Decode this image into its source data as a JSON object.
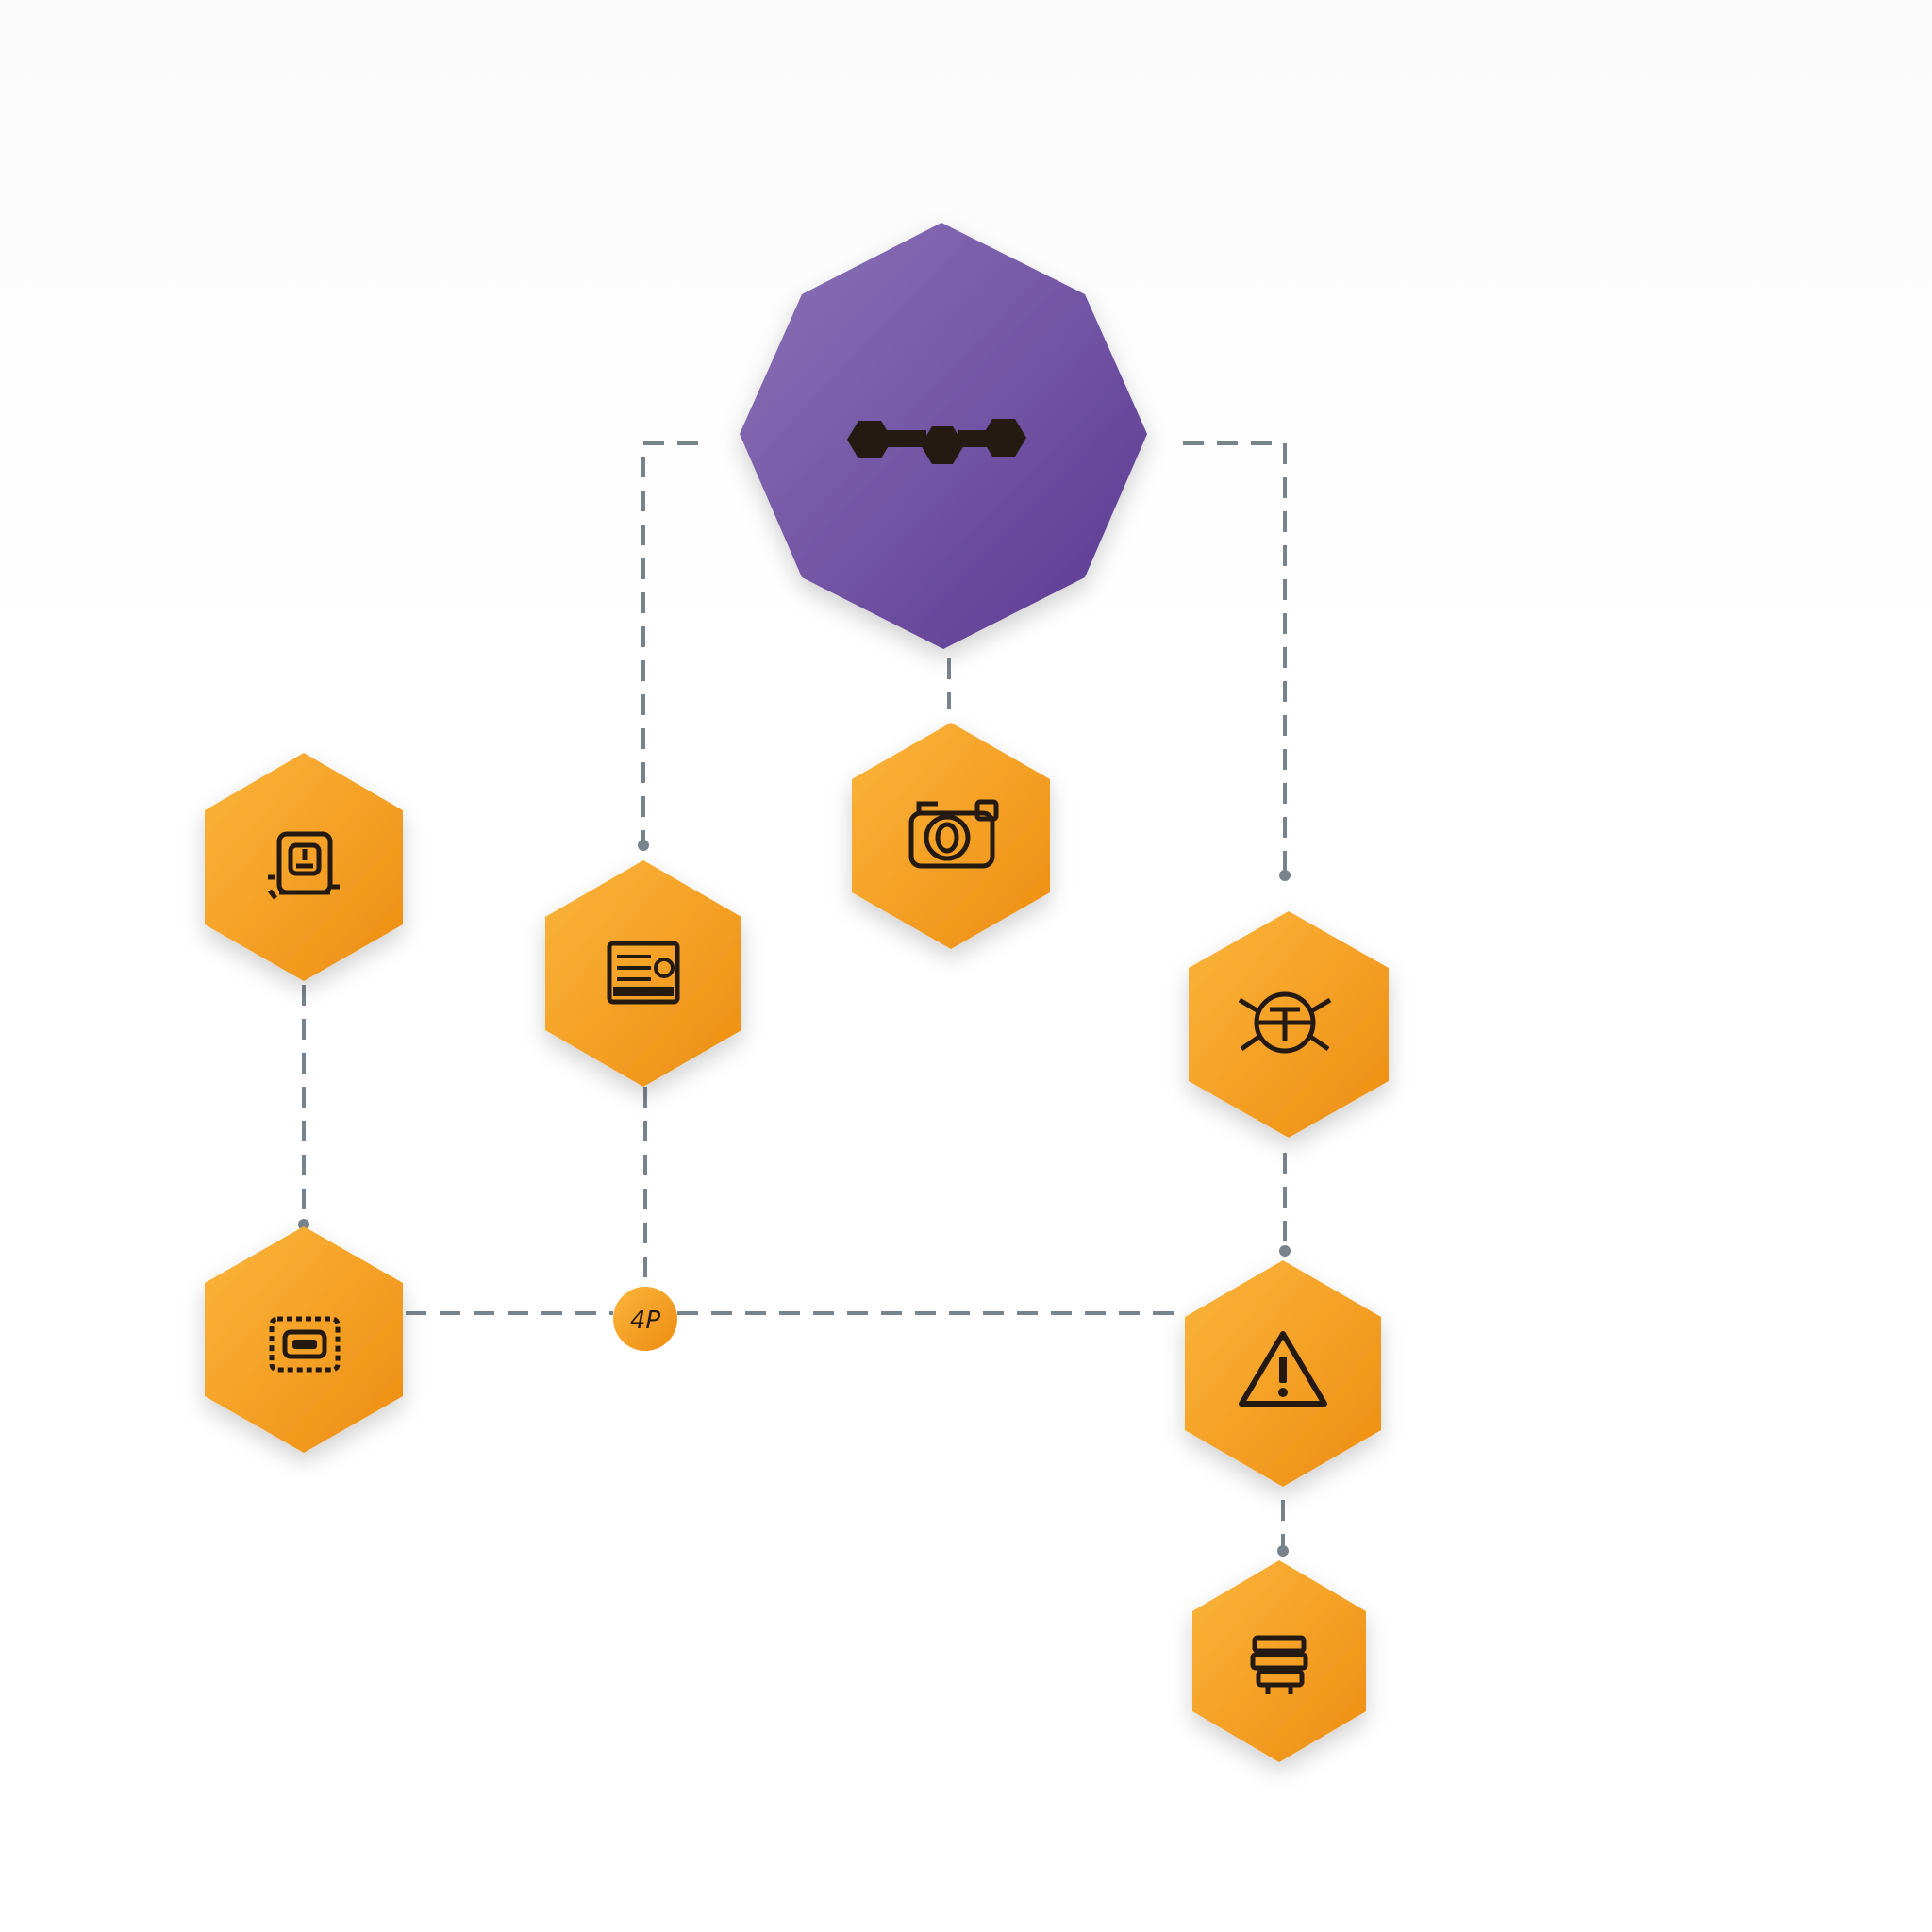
{
  "diagram": {
    "colors": {
      "hub_fill_start": "#8c73b8",
      "hub_fill_end": "#5a3891",
      "node_fill_start": "#fbb53b",
      "node_fill_end": "#ee8d12",
      "icon_ink": "#241a12",
      "connector": "#78848c",
      "background": "#ffffff"
    },
    "hub": {
      "shape": "heptagon",
      "icon": "chain-of-hexagons-icon"
    },
    "nodes": [
      {
        "id": "node-upper-left",
        "icon": "id-badge-icon"
      },
      {
        "id": "node-inner-left",
        "icon": "data-panel-icon"
      },
      {
        "id": "node-center",
        "icon": "camera-icon"
      },
      {
        "id": "node-inner-right",
        "icon": "bug-icon"
      },
      {
        "id": "node-lower-left",
        "icon": "chip-icon"
      },
      {
        "id": "node-warning",
        "icon": "warning-icon"
      },
      {
        "id": "node-bottom-right",
        "icon": "stack-icon"
      }
    ],
    "junction": {
      "label": "4P"
    }
  }
}
